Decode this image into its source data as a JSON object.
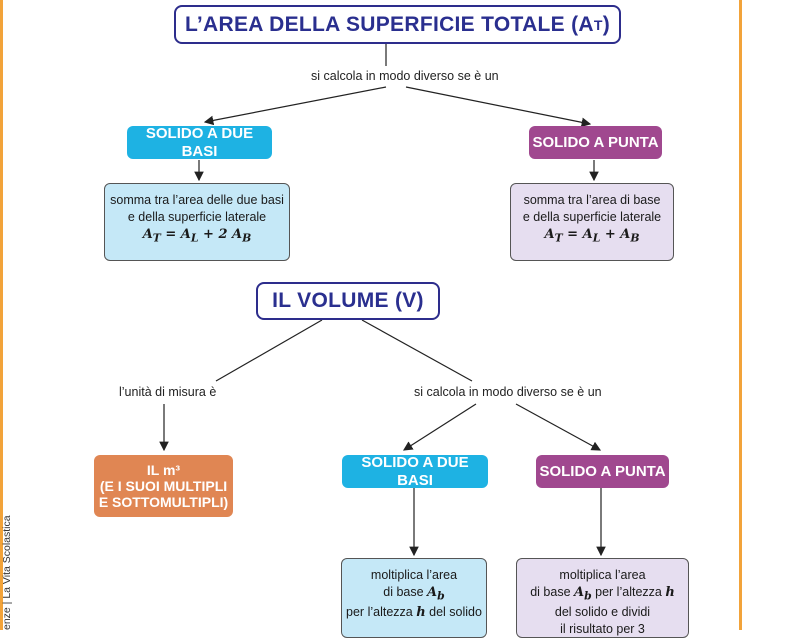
{
  "title_area": {
    "main": "L’AREA DELLA SUPERFICIE TOTALE (A",
    "sub": "T",
    "close": ")"
  },
  "area_connector": "si calcola in modo diverso se è un",
  "area_left": {
    "label": "SOLIDO A DUE BASI",
    "text1": "somma tra l’area delle due basi",
    "text2": "e della superficie laterale",
    "formula": "A_T = A_L + 2 A_B"
  },
  "area_right": {
    "label": "SOLIDO A PUNTA",
    "text1": "somma tra l’area di base",
    "text2": "e della superficie laterale",
    "formula": "A_T = A_L + A_B"
  },
  "title_volume": "IL VOLUME (V)",
  "volume_left_connector": "l’unità di misura è",
  "volume_right_connector": "si calcola in modo diverso se è un",
  "unit_box": {
    "line1": "IL m³",
    "line2": "(E I SUOI MULTIPLI",
    "line3": "E SOTTOMULTIPLI)"
  },
  "volume_left": {
    "label": "SOLIDO A DUE BASI",
    "text1": "moltiplica l’area",
    "text2": "di base A_b",
    "text3": "per l’altezza h del solido"
  },
  "volume_right": {
    "label": "SOLIDO A PUNTA",
    "text1": "moltiplica l’area",
    "text2": "di base A_b per l’altezza h",
    "text3": "del solido e dividi",
    "text4": "il risultato per 3"
  },
  "side_credit": "enze | La Vita Scolastica",
  "colors": {
    "blue": "#1eb2e3",
    "purple": "#a0488f",
    "orange": "#e08653",
    "title": "#2a2f8f"
  }
}
